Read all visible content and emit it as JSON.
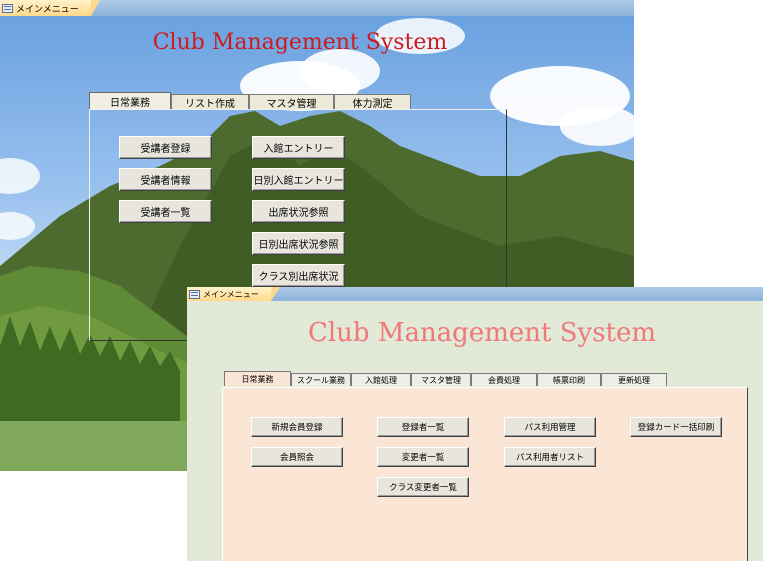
{
  "window_back": {
    "doc_tab": "メインメニュー",
    "title": "Club Management System",
    "tabs": [
      "日常業務",
      "リスト作成",
      "マスタ管理",
      "体力測定"
    ],
    "buttons_left": [
      "受講者登録",
      "受講者情報",
      "受講者一覧"
    ],
    "buttons_right": [
      "入館エントリー",
      "日別入館エントリー",
      "出席状況参照",
      "日別出席状況参照",
      "クラス別出席状況"
    ]
  },
  "window_front": {
    "doc_tab": "メインメニュー",
    "title": "Club Management System",
    "tabs": [
      "日常業務",
      "スクール業務",
      "入館処理",
      "マスタ管理",
      "会費処理",
      "帳票印刷",
      "更新処理"
    ],
    "buttons": {
      "col1": [
        "新規会員登録",
        "会員照会"
      ],
      "col2": [
        "登録者一覧",
        "変更者一覧",
        "クラス変更者一覧"
      ],
      "col3": [
        "パス利用管理",
        "パス利用者リスト"
      ],
      "col4": [
        "登録カード一括印刷"
      ]
    }
  },
  "colors": {
    "title_back": "#cc1b1b",
    "title_front": "#f07878",
    "front_panel": "#fbe6d6",
    "front_background": "#e2ead7"
  }
}
